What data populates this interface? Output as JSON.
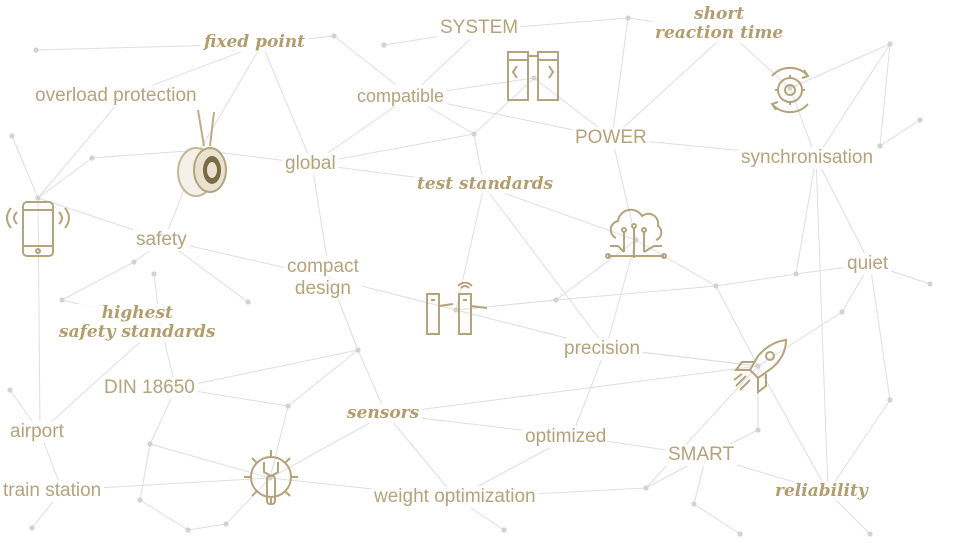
{
  "labels": {
    "system": "SYSTEM",
    "short_reaction_time": "short\nreaction time",
    "fixed_point": "fixed point",
    "overload_protection": "overload protection",
    "compatible": "compatible",
    "power": "POWER",
    "global": "global",
    "synchronisation": "synchronisation",
    "test_standards": "test standards",
    "safety": "safety",
    "compact_design": "compact\ndesign",
    "quiet": "quiet",
    "highest_safety_standards": "highest\nsafety standards",
    "precision": "precision",
    "din": "DIN 18650",
    "sensors": "sensors",
    "airport": "airport",
    "optimized": "optimized",
    "smart": "SMART",
    "train_station": "train station",
    "weight_optimization": "weight optimization",
    "reliability": "reliability"
  },
  "icons": [
    "sliding-door-icon",
    "gear-cycle-icon",
    "motor-icon",
    "smartphone-icon",
    "cloud-circuit-icon",
    "turnstile-icon",
    "rocket-icon",
    "wrench-gear-icon"
  ],
  "colors": {
    "accent": "#b5a37c",
    "line": "#dedede",
    "node": "#d0d0d0"
  }
}
